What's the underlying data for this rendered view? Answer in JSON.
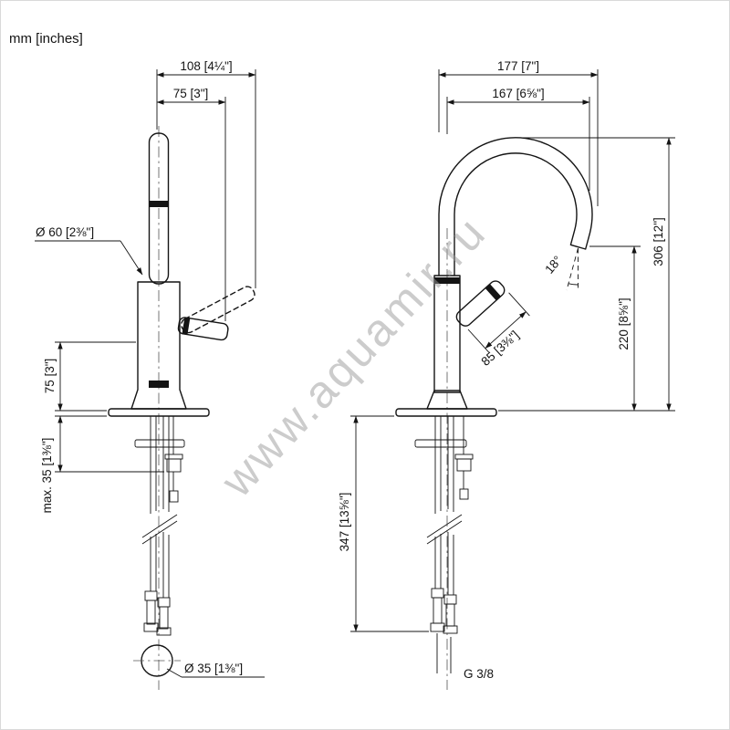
{
  "meta": {
    "units_label": "mm [inches]",
    "watermark": "www.aquamir.ru"
  },
  "left_view": {
    "dim_width_max": "108 [4¼\"]",
    "dim_width_lever": "75 [3\"]",
    "dim_body_diameter": "Ø 60 [2⅜\"]",
    "dim_base_height": "75 [3\"]",
    "dim_mounting_max": "max. 35 [1⅜\"]",
    "dim_hole_diameter": "Ø 35 [1⅜\"]"
  },
  "right_view": {
    "dim_reach_max": "177 [7\"]",
    "dim_reach": "167 [6⅝\"]",
    "dim_spout_angle": "18°",
    "dim_height_total": "306 [12\"]",
    "dim_height_outlet": "220 [8⅝\"]",
    "dim_handle": "85 [3⅜\"]",
    "dim_under_counter": "347 [13⅝\"]",
    "dim_thread": "G 3/8"
  }
}
